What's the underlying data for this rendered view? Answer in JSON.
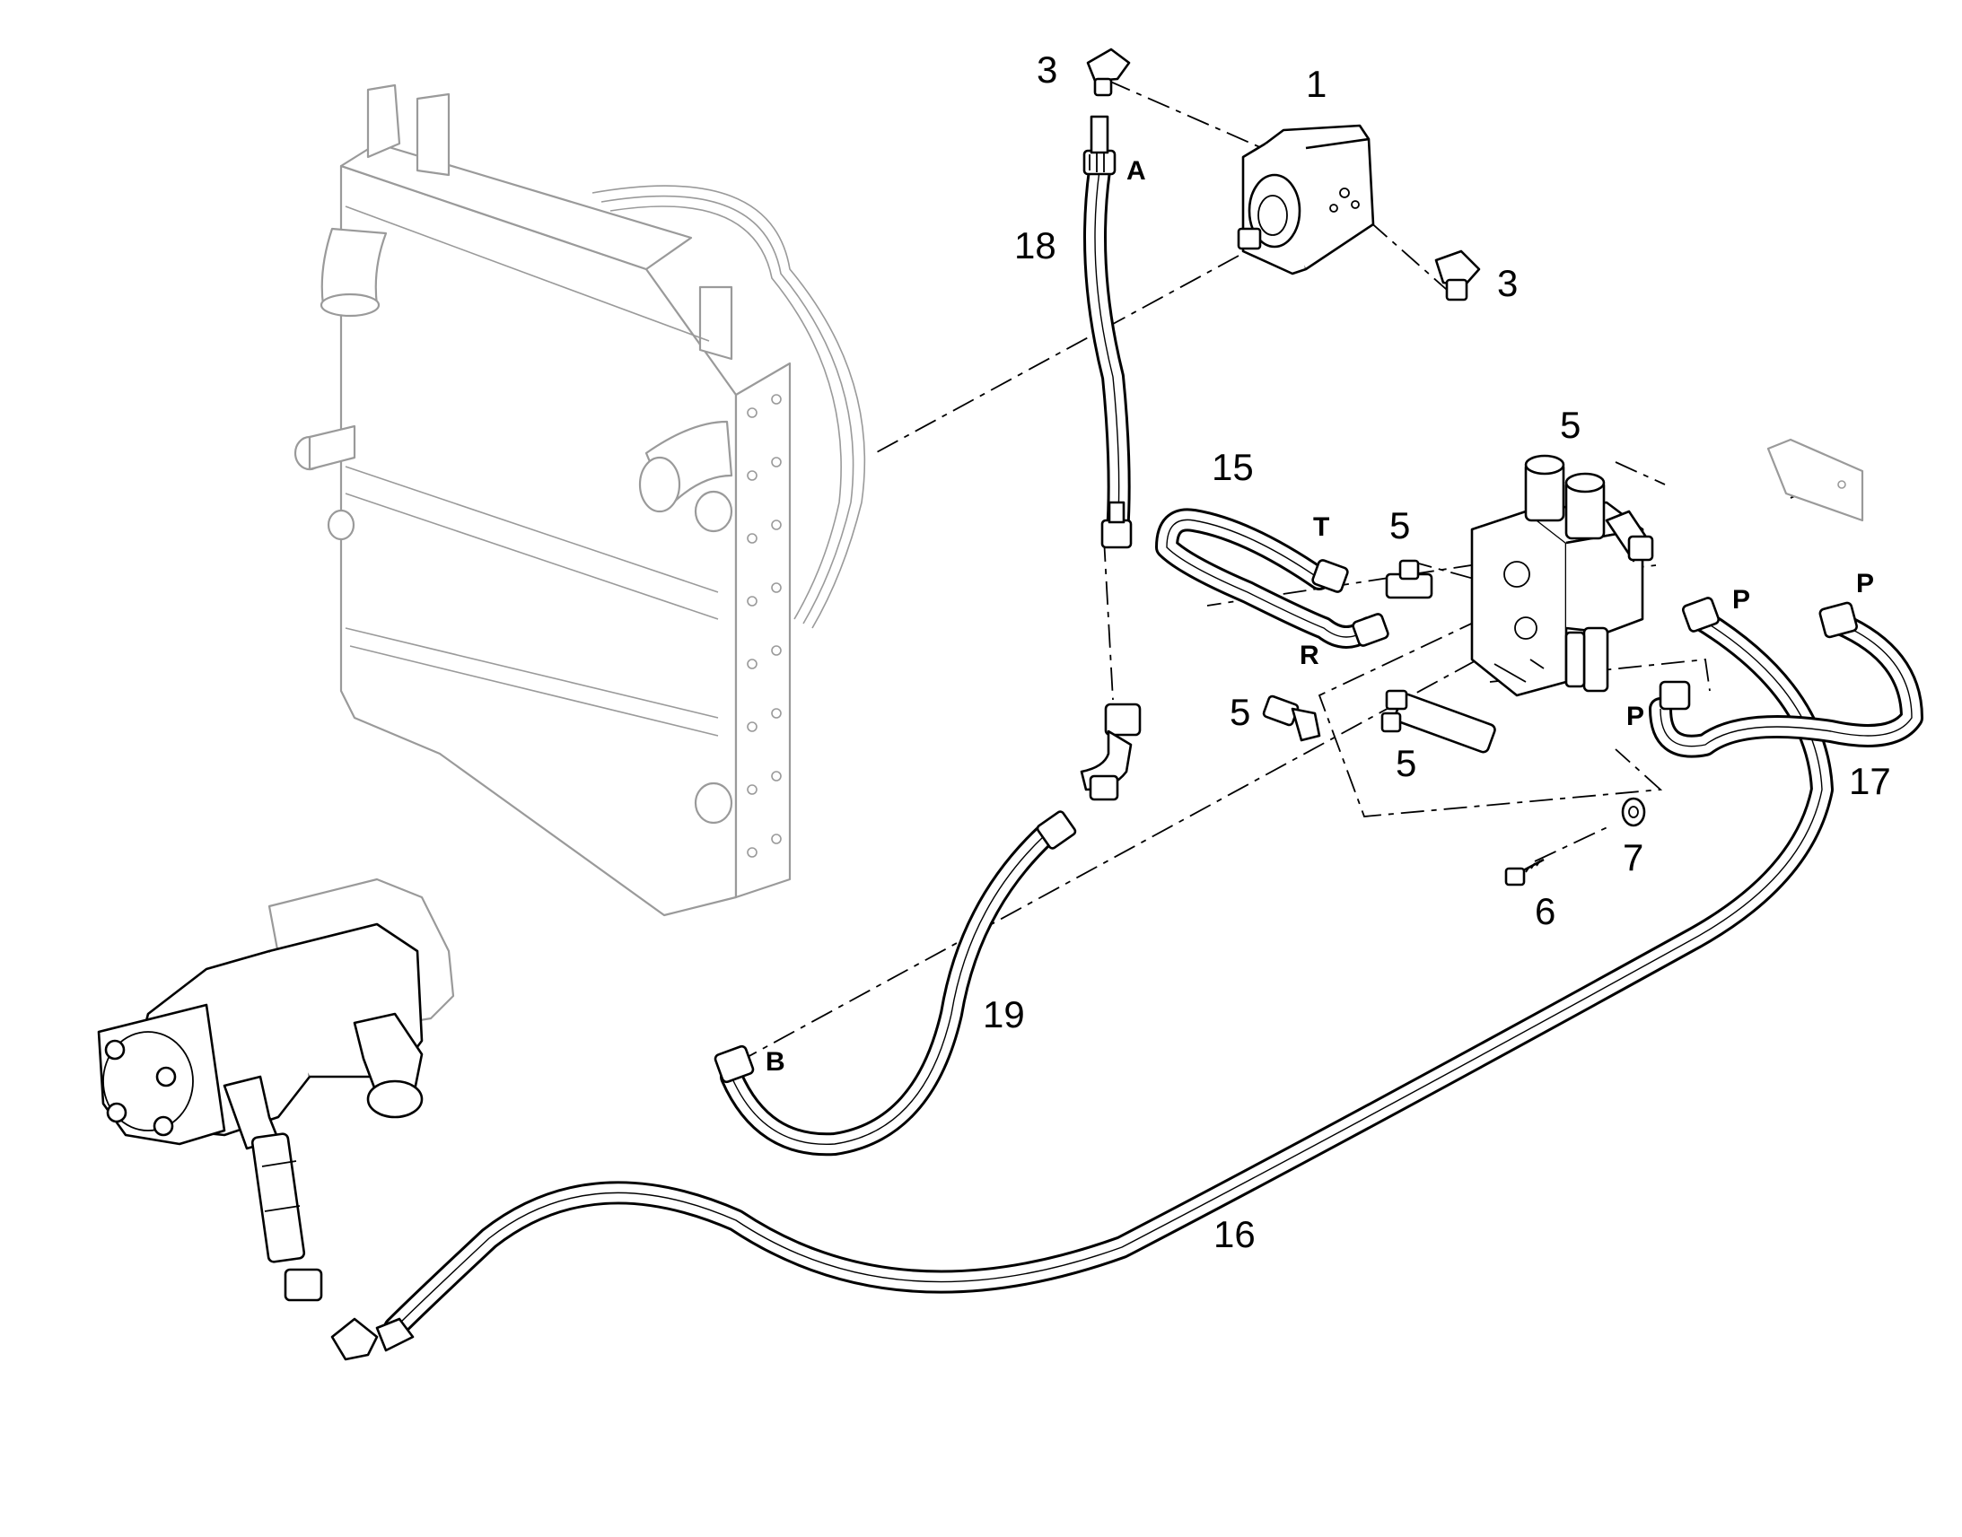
{
  "callouts": {
    "c1": "1",
    "c3a": "3",
    "c3b": "3",
    "c5a": "5",
    "c5b": "5",
    "c5c": "5",
    "c5d": "5",
    "c6": "6",
    "c7": "7",
    "c15": "15",
    "c16": "16",
    "c17": "17",
    "c18": "18",
    "c19": "19"
  },
  "ports": {
    "a": "A",
    "b": "B",
    "t": "T",
    "r": "R",
    "p1": "P",
    "p2": "P",
    "p3": "P"
  },
  "colors": {
    "line": "#000000",
    "ghost_line": "#9a9a9a",
    "background": "#ffffff"
  }
}
